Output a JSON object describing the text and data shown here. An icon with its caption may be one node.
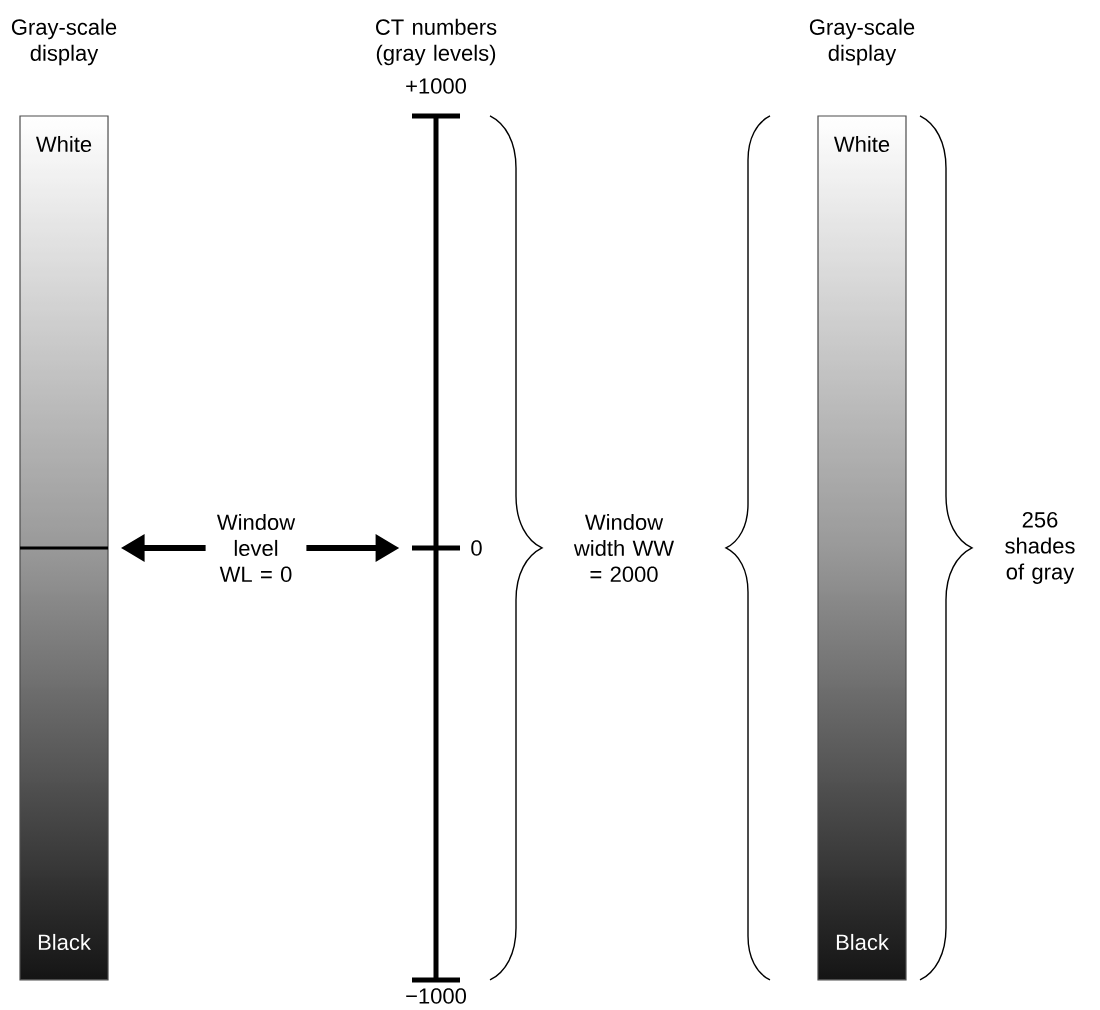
{
  "diagram": {
    "nodes": [
      {
        "text": [
          "Gray-scale display",
          "White",
          "Black"
        ]
      },
      {
        "text": [
          "Window level WL = 0"
        ]
      },
      {
        "text": [
          "CT numbers (gray levels)",
          "+1000",
          "0",
          "−1000"
        ]
      },
      {
        "text": [
          "Gray-scale display",
          "White",
          "Black"
        ]
      }
    ],
    "edges": [
      {
        "from": 1,
        "to": 0,
        "arrow": "to"
      },
      {
        "from": 1,
        "to": 2,
        "arrow": "to"
      }
    ],
    "labels": [
      "Window width WW = 2000",
      "256 shades of gray"
    ]
  }
}
